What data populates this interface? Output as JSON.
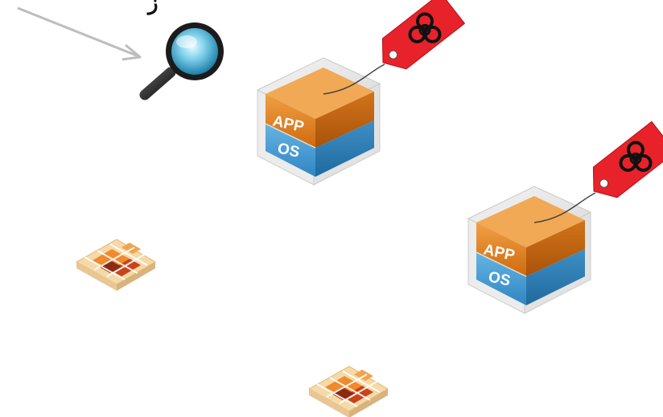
{
  "diagram": {
    "vms": [
      {
        "app_label": "APP",
        "os_label": "OS",
        "tag_icon": "biohazard-icon",
        "tag_color": "#e8222a"
      },
      {
        "app_label": "APP",
        "os_label": "OS",
        "tag_icon": "biohazard-icon",
        "tag_color": "#e8222a"
      }
    ],
    "firewalls": [
      {
        "icon": "firewall-icon"
      },
      {
        "icon": "firewall-icon"
      }
    ],
    "inspector": {
      "icon": "magnifier-icon"
    },
    "colors": {
      "app_layer": "#e07a1c",
      "os_layer": "#3b8fc9",
      "tag": "#e8222a",
      "arrow": "#bdbdbd"
    }
  }
}
